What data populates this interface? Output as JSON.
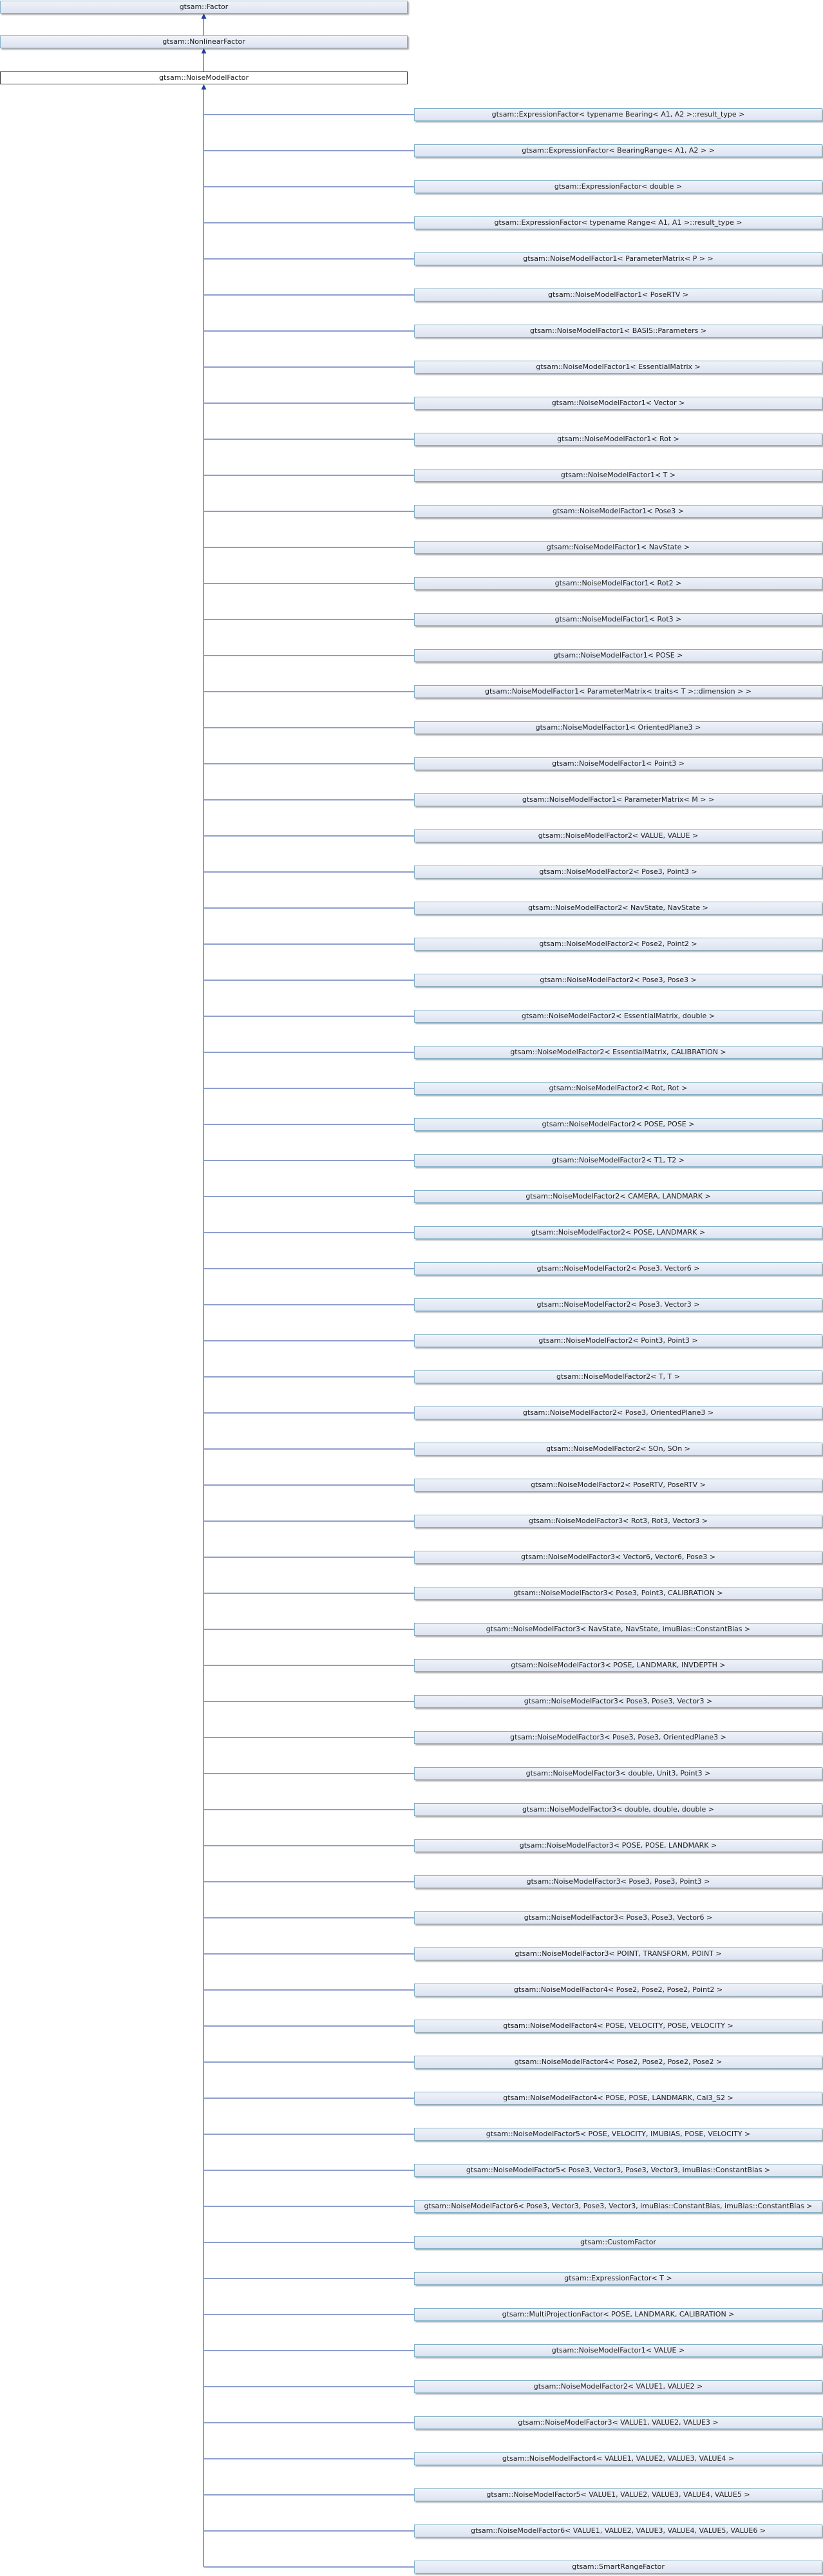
{
  "ancestors": [
    "gtsam::Factor",
    "gtsam::NonlinearFactor"
  ],
  "current": "gtsam::NoiseModelFactor",
  "children": [
    "gtsam::ExpressionFactor< typename Bearing< A1, A2 >::result_type >",
    "gtsam::ExpressionFactor< BearingRange< A1, A2 > >",
    "gtsam::ExpressionFactor< double >",
    "gtsam::ExpressionFactor< typename Range< A1, A1 >::result_type >",
    "gtsam::NoiseModelFactor1< ParameterMatrix< P > >",
    "gtsam::NoiseModelFactor1< PoseRTV >",
    "gtsam::NoiseModelFactor1< BASIS::Parameters >",
    "gtsam::NoiseModelFactor1< EssentialMatrix >",
    "gtsam::NoiseModelFactor1< Vector >",
    "gtsam::NoiseModelFactor1< Rot >",
    "gtsam::NoiseModelFactor1< T >",
    "gtsam::NoiseModelFactor1< Pose3 >",
    "gtsam::NoiseModelFactor1< NavState >",
    "gtsam::NoiseModelFactor1< Rot2 >",
    "gtsam::NoiseModelFactor1< Rot3 >",
    "gtsam::NoiseModelFactor1< POSE >",
    "gtsam::NoiseModelFactor1< ParameterMatrix< traits< T >::dimension > >",
    "gtsam::NoiseModelFactor1< OrientedPlane3 >",
    "gtsam::NoiseModelFactor1< Point3 >",
    "gtsam::NoiseModelFactor1< ParameterMatrix< M > >",
    "gtsam::NoiseModelFactor2< VALUE, VALUE >",
    "gtsam::NoiseModelFactor2< Pose3, Point3 >",
    "gtsam::NoiseModelFactor2< NavState, NavState >",
    "gtsam::NoiseModelFactor2< Pose2, Point2 >",
    "gtsam::NoiseModelFactor2< Pose3, Pose3 >",
    "gtsam::NoiseModelFactor2< EssentialMatrix, double >",
    "gtsam::NoiseModelFactor2< EssentialMatrix, CALIBRATION >",
    "gtsam::NoiseModelFactor2< Rot, Rot >",
    "gtsam::NoiseModelFactor2< POSE, POSE >",
    "gtsam::NoiseModelFactor2< T1, T2 >",
    "gtsam::NoiseModelFactor2< CAMERA, LANDMARK >",
    "gtsam::NoiseModelFactor2< POSE, LANDMARK >",
    "gtsam::NoiseModelFactor2< Pose3, Vector6 >",
    "gtsam::NoiseModelFactor2< Pose3, Vector3 >",
    "gtsam::NoiseModelFactor2< Point3, Point3 >",
    "gtsam::NoiseModelFactor2< T, T >",
    "gtsam::NoiseModelFactor2< Pose3, OrientedPlane3 >",
    "gtsam::NoiseModelFactor2< SOn, SOn >",
    "gtsam::NoiseModelFactor2< PoseRTV, PoseRTV >",
    "gtsam::NoiseModelFactor3< Rot3, Rot3, Vector3 >",
    "gtsam::NoiseModelFactor3< Vector6, Vector6, Pose3 >",
    "gtsam::NoiseModelFactor3< Pose3, Point3, CALIBRATION >",
    "gtsam::NoiseModelFactor3< NavState, NavState, imuBias::ConstantBias >",
    "gtsam::NoiseModelFactor3< POSE, LANDMARK, INVDEPTH >",
    "gtsam::NoiseModelFactor3< Pose3, Pose3, Vector3 >",
    "gtsam::NoiseModelFactor3< Pose3, Pose3, OrientedPlane3 >",
    "gtsam::NoiseModelFactor3< double, Unit3, Point3 >",
    "gtsam::NoiseModelFactor3< double, double, double >",
    "gtsam::NoiseModelFactor3< POSE, POSE, LANDMARK >",
    "gtsam::NoiseModelFactor3< Pose3, Pose3, Point3 >",
    "gtsam::NoiseModelFactor3< Pose3, Pose3, Vector6 >",
    "gtsam::NoiseModelFactor3< POINT, TRANSFORM, POINT >",
    "gtsam::NoiseModelFactor4< Pose2, Pose2, Pose2, Point2 >",
    "gtsam::NoiseModelFactor4< POSE, VELOCITY, POSE, VELOCITY >",
    "gtsam::NoiseModelFactor4< Pose2, Pose2, Pose2, Pose2 >",
    "gtsam::NoiseModelFactor4< POSE, POSE, LANDMARK, Cal3_S2 >",
    "gtsam::NoiseModelFactor5< POSE, VELOCITY, IMUBIAS, POSE, VELOCITY >",
    "gtsam::NoiseModelFactor5< Pose3, Vector3, Pose3, Vector3, imuBias::ConstantBias >",
    "gtsam::NoiseModelFactor6< Pose3, Vector3, Pose3, Vector3, imuBias::ConstantBias, imuBias::ConstantBias >",
    "gtsam::CustomFactor",
    "gtsam::ExpressionFactor< T >",
    "gtsam::MultiProjectionFactor< POSE, LANDMARK, CALIBRATION >",
    "gtsam::NoiseModelFactor1< VALUE >",
    "gtsam::NoiseModelFactor2< VALUE1, VALUE2 >",
    "gtsam::NoiseModelFactor3< VALUE1, VALUE2, VALUE3 >",
    "gtsam::NoiseModelFactor4< VALUE1, VALUE2, VALUE3, VALUE4 >",
    "gtsam::NoiseModelFactor5< VALUE1, VALUE2, VALUE3, VALUE4, VALUE5 >",
    "gtsam::NoiseModelFactor6< VALUE1, VALUE2, VALUE3, VALUE4, VALUE5, VALUE6 >",
    "gtsam::SmartRangeFactor"
  ],
  "colors": {
    "edge": "#1e3f9c",
    "node_border": "#84B0C7",
    "node_fill": "#e4e9f5",
    "current_border": "#333333"
  }
}
